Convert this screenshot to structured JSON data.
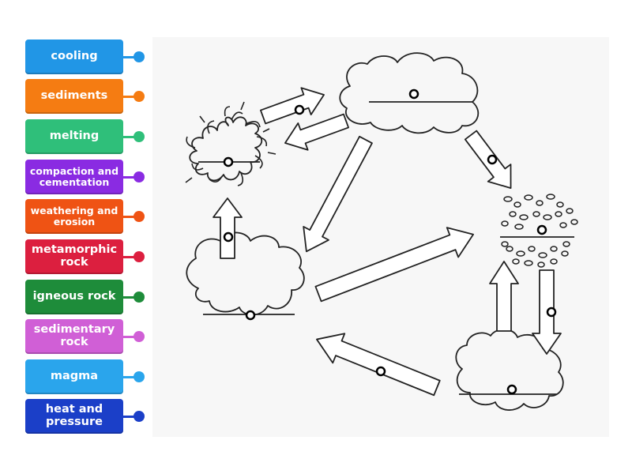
{
  "labels": [
    {
      "id": "cooling",
      "text": "cooling",
      "color": "#2196e6"
    },
    {
      "id": "sediments",
      "text": "sediments",
      "color": "#f57c12"
    },
    {
      "id": "melting",
      "text": "melting",
      "color": "#2fbf7a"
    },
    {
      "id": "compaction",
      "text": "compaction and cementation",
      "color": "#8a2be2"
    },
    {
      "id": "weathering",
      "text": "weathering and erosion",
      "color": "#ef5314"
    },
    {
      "id": "metamorphic",
      "text": "metamorphic rock",
      "color": "#dc1f3f"
    },
    {
      "id": "igneous",
      "text": "igneous rock",
      "color": "#1e8c3a"
    },
    {
      "id": "sedimentary",
      "text": "sedimentary rock",
      "color": "#d05fd6"
    },
    {
      "id": "magma",
      "text": "magma",
      "color": "#2aa5ec"
    },
    {
      "id": "heat",
      "text": "heat and pressure",
      "color": "#1b3fc8"
    }
  ]
}
